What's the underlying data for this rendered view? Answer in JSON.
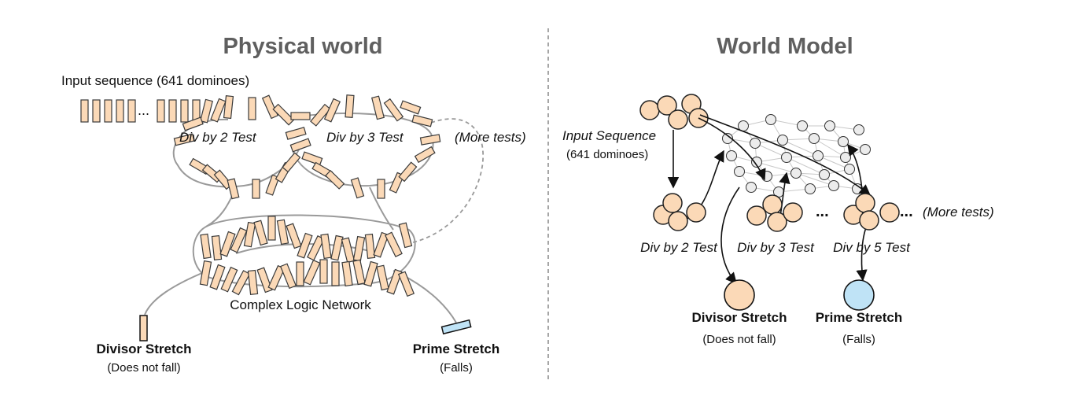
{
  "left_panel": {
    "title": "Physical world",
    "input_label": "Input sequence (641 dominoes)",
    "ellipsis": "...",
    "test_div2": "Div by 2 Test",
    "test_div3": "Div by 3 Test",
    "more_tests": "(More tests)",
    "network_label": "Complex Logic Network",
    "divisor": {
      "name": "Divisor Stretch",
      "note": "(Does not fall)"
    },
    "prime": {
      "name": "Prime Stretch",
      "note": "(Falls)"
    }
  },
  "right_panel": {
    "title": "World Model",
    "input_label_1": "Input Sequence",
    "input_label_2": "(641 dominoes)",
    "dots": "...",
    "test_div2": "Div by 2 Test",
    "test_div3": "Div by 3 Test",
    "test_div5": "Div by 5 Test",
    "more_tests": "(More tests)",
    "divisor": {
      "name": "Divisor Stretch",
      "note": "(Does not fall)"
    },
    "prime": {
      "name": "Prime Stretch",
      "note": "(Falls)"
    }
  },
  "colors": {
    "domino_fill": "#fbd9b7",
    "domino_stroke": "#3a3a3a",
    "node_fill": "#fbd9b7",
    "prime_fill": "#bfe3f6",
    "line_gray": "#9a9a9a",
    "title_gray": "#5f5f5f"
  }
}
